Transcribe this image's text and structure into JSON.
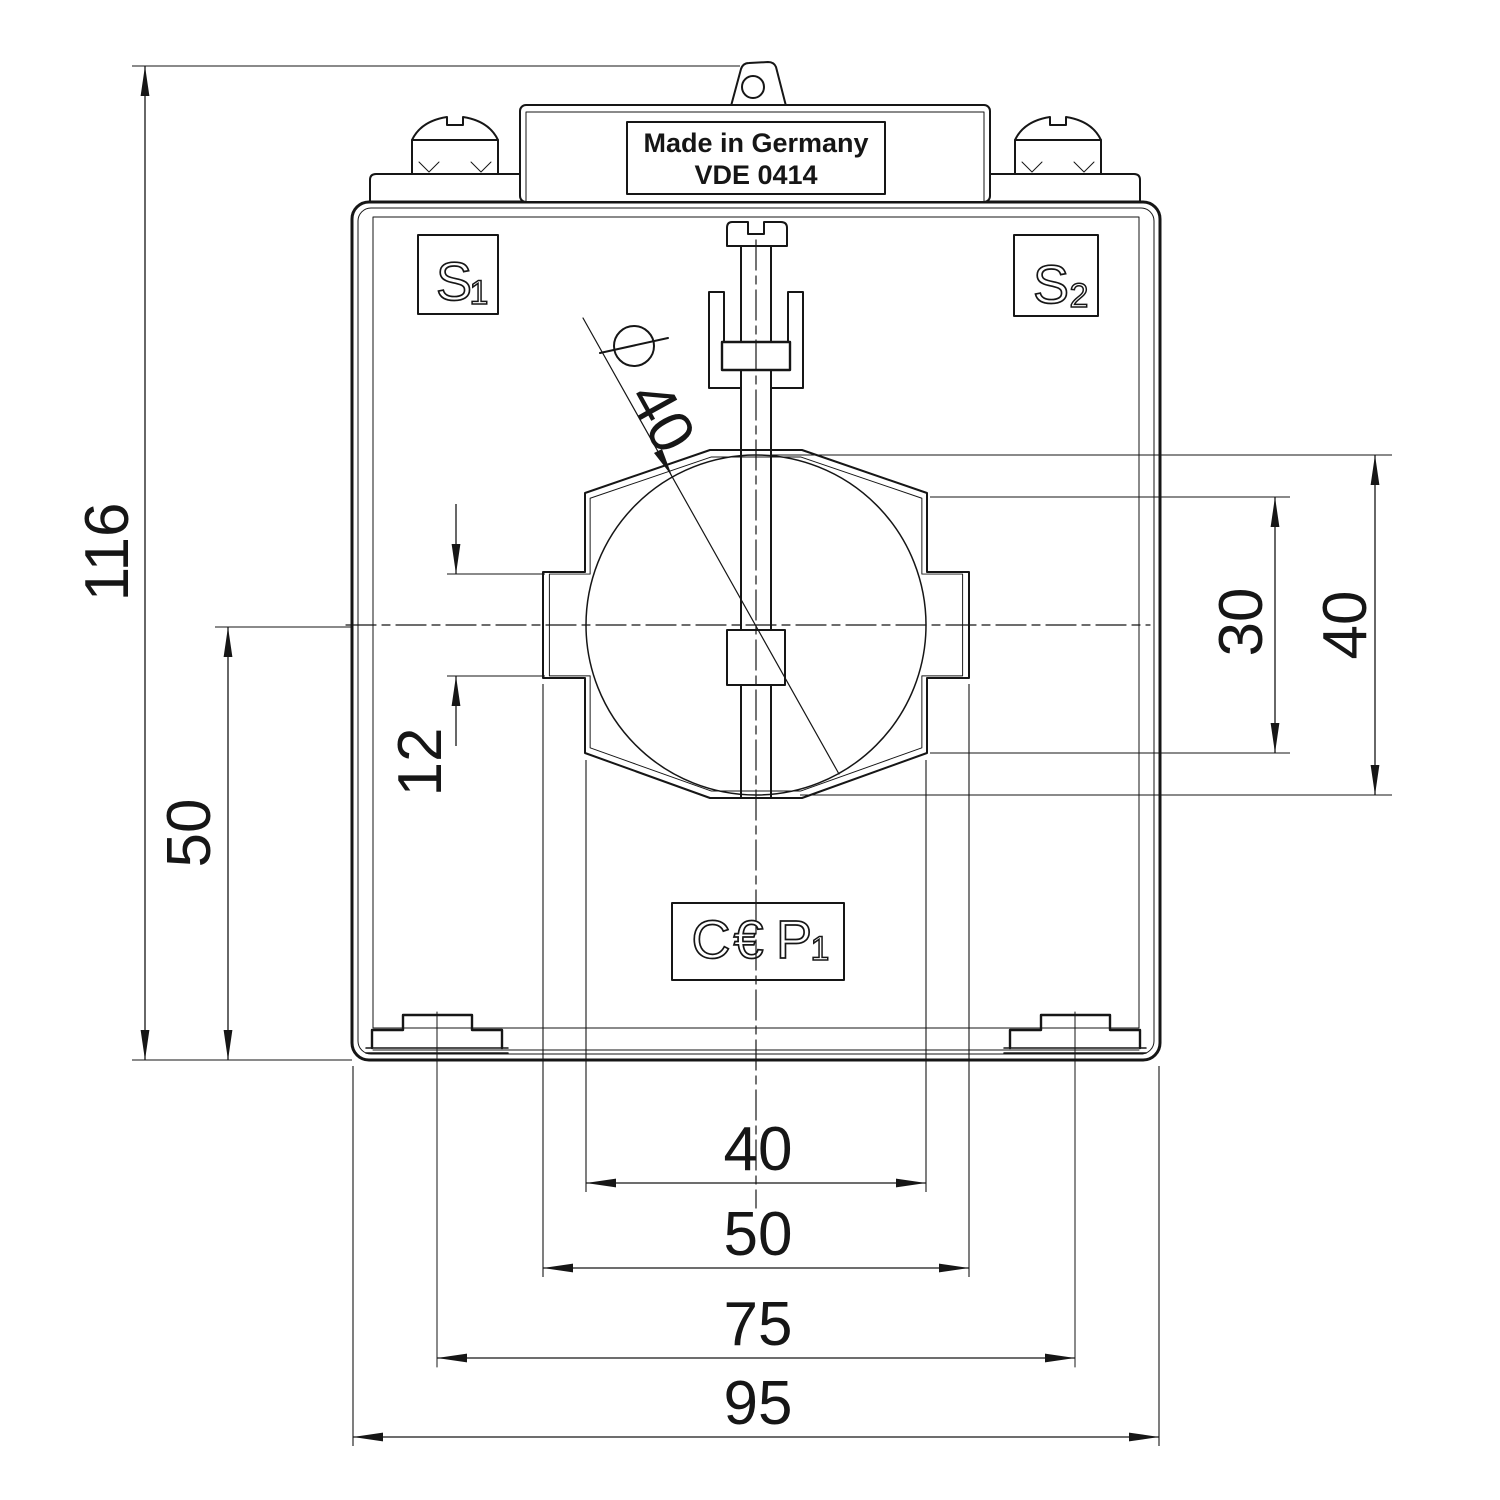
{
  "drawing": {
    "title": "current-transformer-front-view",
    "nameplate": {
      "line1": "Made in Germany",
      "line2": "VDE 0414"
    },
    "terminals": {
      "s1": {
        "letter": "S",
        "sub": "1"
      },
      "s2": {
        "letter": "S",
        "sub": "2"
      },
      "ce": "C€",
      "p1": {
        "letter": "P",
        "sub": "1"
      }
    },
    "dimensions": {
      "overall_height": "116",
      "center_height": "50",
      "notch_height": "12",
      "aperture_diameter": "40",
      "side_opening_height": "30",
      "busbar_circle_height": "40",
      "aperture_width": "40",
      "notch_width": "50",
      "foot_spacing": "75",
      "overall_width": "95"
    },
    "line_color": "#161616",
    "background_color": "#ffffff"
  }
}
